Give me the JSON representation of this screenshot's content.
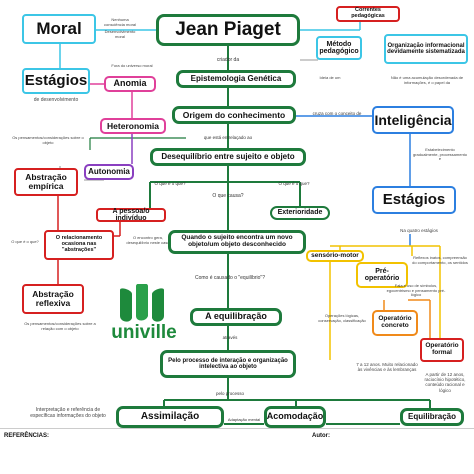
{
  "nodes": {
    "jean_piaget": "Jean Piaget",
    "moral": "Moral",
    "estagios_left": "Estágios",
    "anomia": "Anomia",
    "heteronomia": "Heteronomia",
    "autonomia": "Autonomia",
    "abstracao_empirica": "Abstração empírica",
    "relacionamento": "O relacionamento ocasiona nas \"abstrações\"",
    "abstracao_reflexiva": "Abstração reflexiva",
    "pessoa_individuo": "A pessoa/o indivíduo",
    "correntes": "Correntes pedagógicas",
    "metodo": "Método pedagógico",
    "organizacao_info": "Organização informacional devidamente sistematizada",
    "epistemologia": "Epistemologia Genética",
    "origem": "Origem do conhecimento",
    "inteligencia": "Inteligência",
    "desequilibrio": "Desequilíbrio entre sujeito e objeto",
    "exterioridade": "Exterioridade",
    "estagios_right": "Estágios",
    "sujeito_encontra": "Quando o sujeito encontra um novo objeto/um objeto desconhecido",
    "sensorio_motor": "sensório-motor",
    "pre_operatorio": "Pré-operatório",
    "operatorio_concreto": "Operatório concreto",
    "operatorio_formal": "Operatório formal",
    "equilibracao_main": "A equilibração",
    "processo_interacao": "Pelo processo de interação e organização intelectiva ao objeto",
    "assimilacao": "Assimilação",
    "acomodacao": "Acomodação",
    "equilibracao_bottom": "Equilibração"
  },
  "notes": {
    "moral_note": "Nenhuma consciência moral",
    "moral_link": "Desenvolvimento moral",
    "criador": "criador da",
    "estagios_left_link": "de desenvolvimento",
    "anomia_note": "Fora do universo moral",
    "ideia": "Ideia de um",
    "conhecimento": "cruza com o conceito de",
    "inteligencia_note": "Estabelecimento gradualmente, processamento e",
    "organizacao_note": "Não é uma acumulação desordenada de informações, é o papel da",
    "que_esta": "que está entrelaçado ao",
    "pensamento_objeto": "Os pensamentos/considerações sobre o objeto",
    "que_causa": "O que causa?",
    "que_causa2": "O que é o que?",
    "o_que_e": "O que é o que?",
    "dois_quatro": "Na quatro estágios",
    "encontro": "O encontro gera, desequilíbrio neste caso",
    "como_causado": "Como é causado o \"equilíbrio\"?",
    "pensamento_reflexivo": "Os pensamentos/considerações sobre a relação com o objeto",
    "sensorio_note": "Reflexos inatos, compreensão do comportamento, os sentidos",
    "pre_note": "Fala e uso de símbolos, egocentrismo e pensamento pré-lógico",
    "concreto_note": "Operações lógicas, conservação, classificação",
    "formal_note": "A partir de 12 anos, raciocínio hipotético, conteúdo racional e lógico",
    "sete_doze": "7 a 12 anos. Muito relacionado às vivências e às lembranças",
    "interpretacao": "Interpretação e referência de específicas informações do objeto",
    "adaptacao": "Adaptação mental",
    "atraves": "através",
    "pelo_processo": "pelo processo"
  },
  "footer": {
    "referencias": "REFERÊNCIAS:",
    "autor": "Autor:"
  },
  "logo": {
    "text": "univille"
  },
  "colors": {
    "green": "#1e7a3c",
    "light_blue": "#3cc6e6",
    "pink": "#e0409a",
    "purple": "#8a3fc0",
    "red": "#d62020",
    "blue": "#2c7fe0",
    "yellow": "#f2c200",
    "orange": "#f08a1a"
  }
}
